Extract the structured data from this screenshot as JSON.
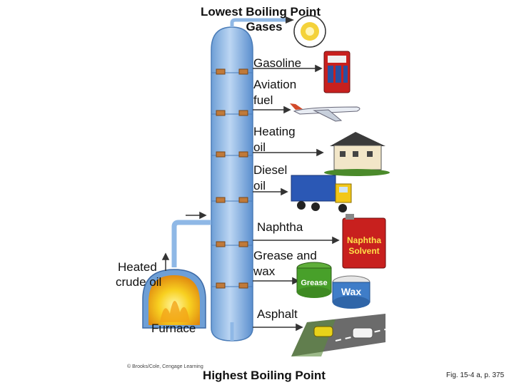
{
  "top_label": {
    "line1": "Lowest Boiling Point",
    "line2": "Gases"
  },
  "bottom_label": "Highest Boiling Point",
  "fractions": [
    {
      "id": "gasoline",
      "line1": "Gasoline",
      "line2": "",
      "icon": "gas-pump-icon"
    },
    {
      "id": "aviation",
      "line1": "Aviation",
      "line2": "fuel",
      "icon": "airplane-icon"
    },
    {
      "id": "heating",
      "line1": "Heating",
      "line2": "oil",
      "icon": "house-icon"
    },
    {
      "id": "diesel",
      "line1": "Diesel",
      "line2": "oil",
      "icon": "truck-icon"
    },
    {
      "id": "naphtha",
      "line1": "Naphtha",
      "line2": "",
      "icon": "naphtha-can-icon"
    },
    {
      "id": "grease",
      "line1": "Grease and",
      "line2": "wax",
      "icon": "grease-wax-tins-icon"
    },
    {
      "id": "asphalt",
      "line1": "Asphalt",
      "line2": "",
      "icon": "road-cars-icon"
    }
  ],
  "crude_label": {
    "line1": "Heated",
    "line2": "crude oil"
  },
  "furnace_label": "Furnace",
  "naphtha_can": {
    "line1": "Naphtha",
    "line2": "Solvent"
  },
  "tin_labels": {
    "grease": "Grease",
    "wax": "Wax"
  },
  "credit": "© Brooks/Cole, Cengage Learning",
  "figure_ref": "Fig. 15-4 a, p. 375",
  "colors": {
    "column": "#9fc3ea",
    "column_dark": "#5b8fce",
    "tray": "#c07a3a",
    "flame": "#f5c518",
    "pipe": "#8fb8e6",
    "naphtha_red": "#c8201e"
  }
}
